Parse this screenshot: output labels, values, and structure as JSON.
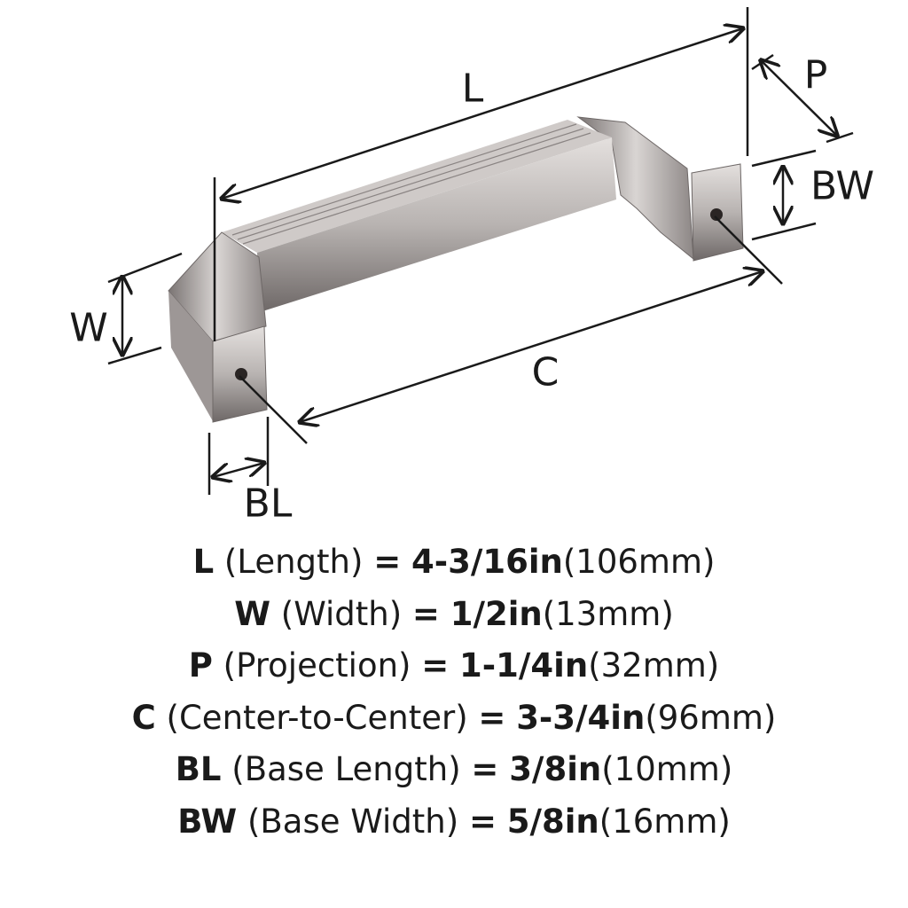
{
  "diagram": {
    "labels": {
      "L": "L",
      "P": "P",
      "BW": "BW",
      "W": "W",
      "C": "C",
      "BL": "BL"
    }
  },
  "specs": [
    {
      "key": "L",
      "name": "(Length)",
      "eq": "=",
      "imperial": "4-3/16in",
      "metric": "(106mm)"
    },
    {
      "key": "W",
      "name": "(Width)",
      "eq": "=",
      "imperial": "1/2in",
      "metric": "(13mm)"
    },
    {
      "key": "P",
      "name": "(Projection)",
      "eq": "=",
      "imperial": "1-1/4in",
      "metric": "(32mm)"
    },
    {
      "key": "C",
      "name": "(Center-to-Center)",
      "eq": "=",
      "imperial": "3-3/4in",
      "metric": "(96mm)"
    },
    {
      "key": "BL",
      "name": "(Base Length)",
      "eq": "=",
      "imperial": "3/8in",
      "metric": "(10mm)"
    },
    {
      "key": "BW",
      "name": "(Base Width)",
      "eq": "=",
      "imperial": "5/8in",
      "metric": "(16mm)"
    }
  ],
  "colors": {
    "metal_light": "#d8d4d2",
    "metal_mid": "#a9a4a2",
    "metal_dark": "#5e5857",
    "line": "#1a1a1a"
  }
}
